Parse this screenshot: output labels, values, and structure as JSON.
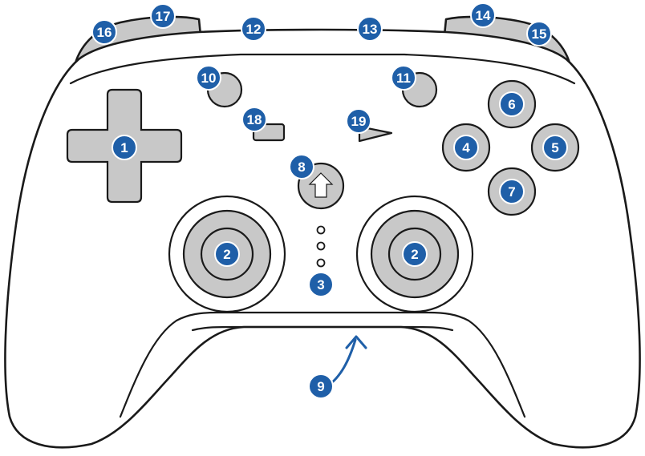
{
  "colors": {
    "badge": "#1f5fa8",
    "badge_text": "#ffffff",
    "button_fill": "#c8c8c8",
    "outline": "#1a1a1a",
    "arrow": "#1f5fa8"
  },
  "callouts": [
    {
      "id": "dpad",
      "label": "1"
    },
    {
      "id": "left-stick",
      "label": "2"
    },
    {
      "id": "right-stick",
      "label": "2"
    },
    {
      "id": "led-indicators",
      "label": "3"
    },
    {
      "id": "button-left",
      "label": "4"
    },
    {
      "id": "button-right",
      "label": "5"
    },
    {
      "id": "button-top",
      "label": "6"
    },
    {
      "id": "button-bottom",
      "label": "7"
    },
    {
      "id": "home-button",
      "label": "8"
    },
    {
      "id": "grip-seam",
      "label": "9"
    },
    {
      "id": "small-button-left",
      "label": "10"
    },
    {
      "id": "small-button-right",
      "label": "11"
    },
    {
      "id": "top-edge-left",
      "label": "12"
    },
    {
      "id": "top-edge-right",
      "label": "13"
    },
    {
      "id": "right-bumper",
      "label": "14"
    },
    {
      "id": "right-trigger",
      "label": "15"
    },
    {
      "id": "left-trigger",
      "label": "16"
    },
    {
      "id": "left-bumper",
      "label": "17"
    },
    {
      "id": "select-button",
      "label": "18"
    },
    {
      "id": "start-button",
      "label": "19"
    }
  ]
}
